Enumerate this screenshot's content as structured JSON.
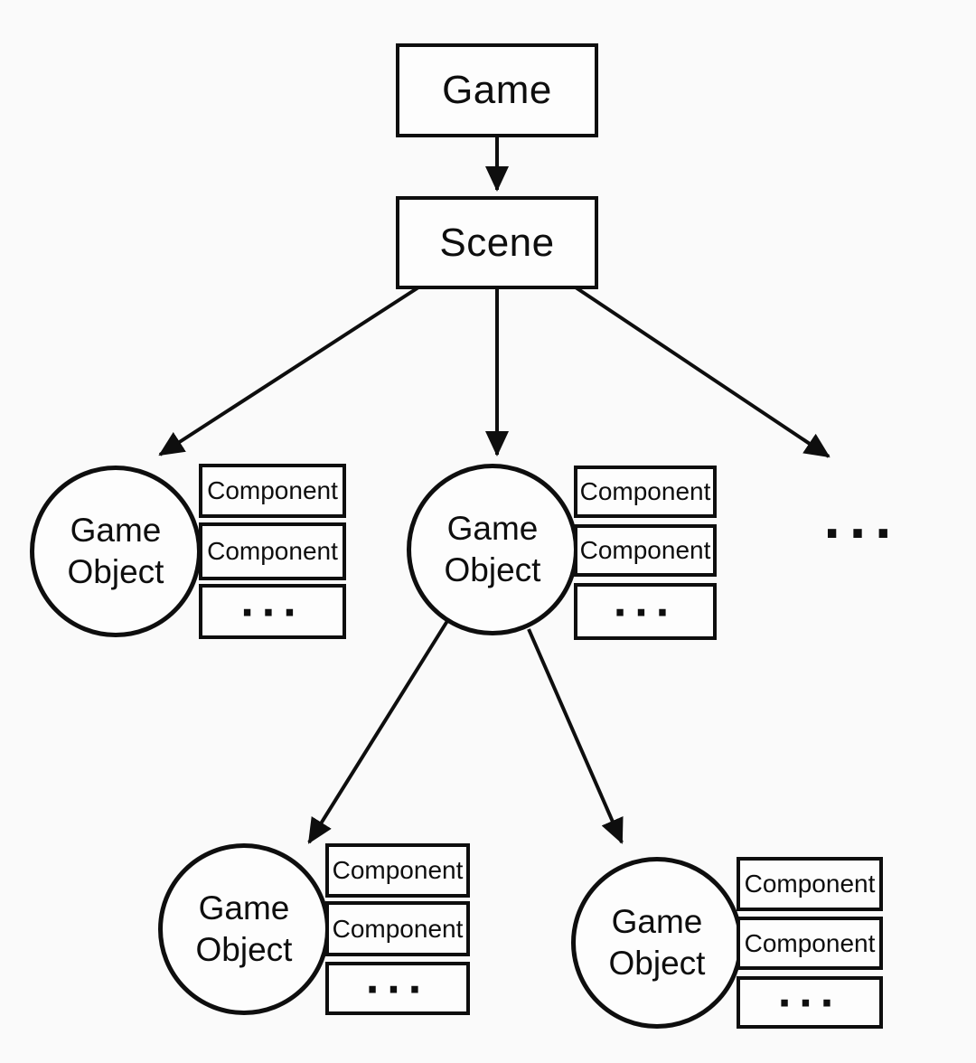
{
  "diagram": {
    "colors": {
      "background": "#fafafa",
      "stroke": "#0e0e0e",
      "node_fill": "#fdfdfd"
    },
    "nodes": {
      "game": {
        "label": "Game"
      },
      "scene": {
        "label": "Scene"
      },
      "more_children": {
        "label": "..."
      }
    },
    "game_objects": [
      {
        "label": "Game Object",
        "components": [
          "Component",
          "Component",
          "..."
        ]
      },
      {
        "label": "Game Object",
        "components": [
          "Component",
          "Component",
          "..."
        ]
      },
      {
        "label": "Game Object",
        "components": [
          "Component",
          "Component",
          "..."
        ]
      },
      {
        "label": "Game Object",
        "components": [
          "Component",
          "Component",
          "..."
        ]
      }
    ]
  }
}
